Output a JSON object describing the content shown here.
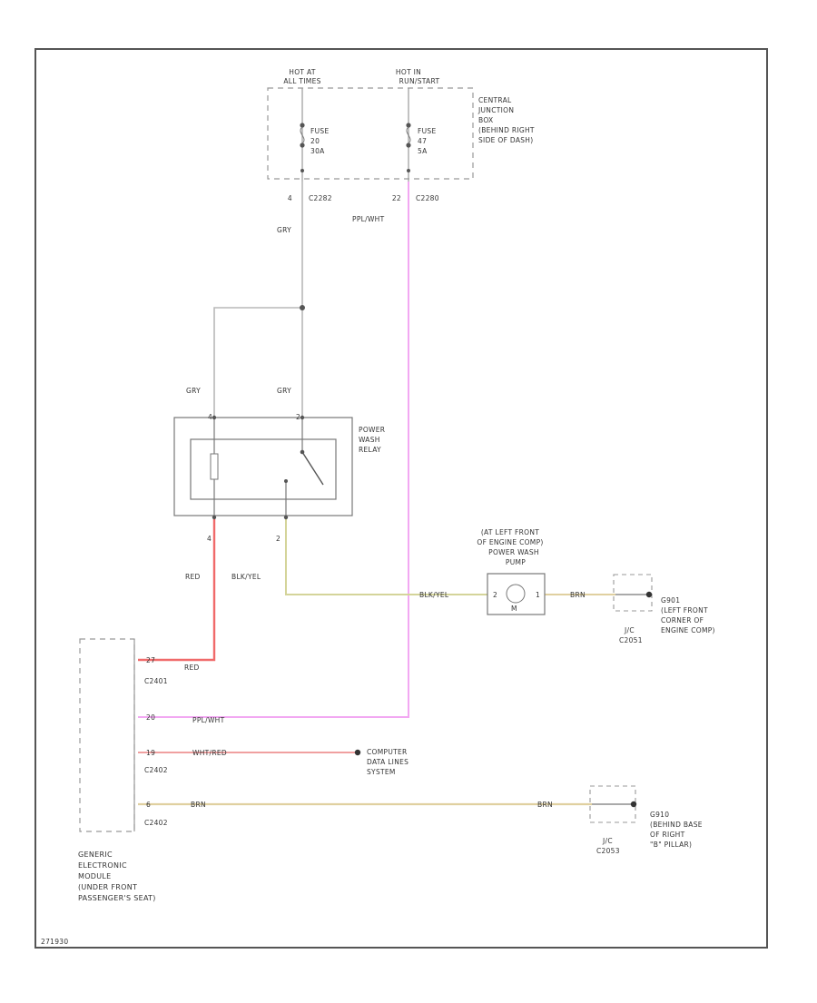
{
  "colors": {
    "wire_gry": "#b8b8b8",
    "wire_red": "#f06a6a",
    "wire_ppl_wht": "#f2a8f2",
    "wire_wht_red": "#f0a0a0",
    "wire_blk_yel": "#d4d49a",
    "wire_brn": "#e0d0a0",
    "frame": "#555555",
    "dash": "#999999"
  },
  "cjb": {
    "hot_at_all_times": [
      "HOT AT",
      "ALL TIMES"
    ],
    "hot_in_run_start": [
      "HOT IN",
      "RUN/START"
    ],
    "label": [
      "CENTRAL",
      "JUNCTION",
      "BOX",
      "(BEHIND RIGHT",
      "SIDE OF DASH)"
    ],
    "fuse_a": [
      "FUSE",
      "20",
      "30A"
    ],
    "fuse_b": [
      "FUSE",
      "47",
      "5A"
    ],
    "pin_a": "4",
    "conn_a": "C2282",
    "pin_b": "22",
    "conn_b": "C2280"
  },
  "wires": {
    "gry": "GRY",
    "gry_left": "GRY",
    "gry_right": "GRY",
    "ppl_wht_top": "PPL/WHT",
    "red": "RED",
    "blk_yel": "BLK/YEL",
    "blk_yel_pump": "BLK/YEL",
    "brn_pump": "BRN",
    "red_module": "RED",
    "ppl_wht_module": "PPL/WHT",
    "wht_red": "WHT/RED",
    "brn_module": "BRN",
    "brn_right": "BRN"
  },
  "relay": {
    "label": [
      "POWER",
      "WASH",
      "RELAY"
    ],
    "pin_top_left": "4",
    "pin_top_right": "2",
    "pin_bottom_left": "4",
    "pin_bottom_right": "2"
  },
  "pump": {
    "label": [
      "(AT LEFT FRONT",
      "OF ENGINE COMP)",
      "POWER WASH",
      "PUMP"
    ],
    "pin_left": "2",
    "pin_right": "1",
    "pin_code": "M"
  },
  "g_left": {
    "jc": "J/C",
    "jc_code": "C2051",
    "label": [
      "G901",
      "(LEFT FRONT",
      "CORNER OF",
      "ENGINE COMP)"
    ]
  },
  "g_right": {
    "jc": "J/C",
    "jc_code": "C2053",
    "label": [
      "G910",
      "(BEHIND BASE",
      "OF RIGHT",
      "\"B\" PILLAR)"
    ]
  },
  "module": {
    "label": [
      "GENERIC",
      "ELECTRONIC",
      "MODULE",
      "(UNDER FRONT",
      "PASSENGER'S SEAT)"
    ],
    "pin_red": "27",
    "conn_red": "C2401",
    "pin_ppl": "20",
    "pin_whtred": "19",
    "conn_whtred": "C2402",
    "pin_brn": "6",
    "conn_brn": "C2402"
  },
  "computer": {
    "label": [
      "COMPUTER",
      "DATA LINES",
      "SYSTEM"
    ]
  },
  "footer": {
    "code": "271930"
  }
}
